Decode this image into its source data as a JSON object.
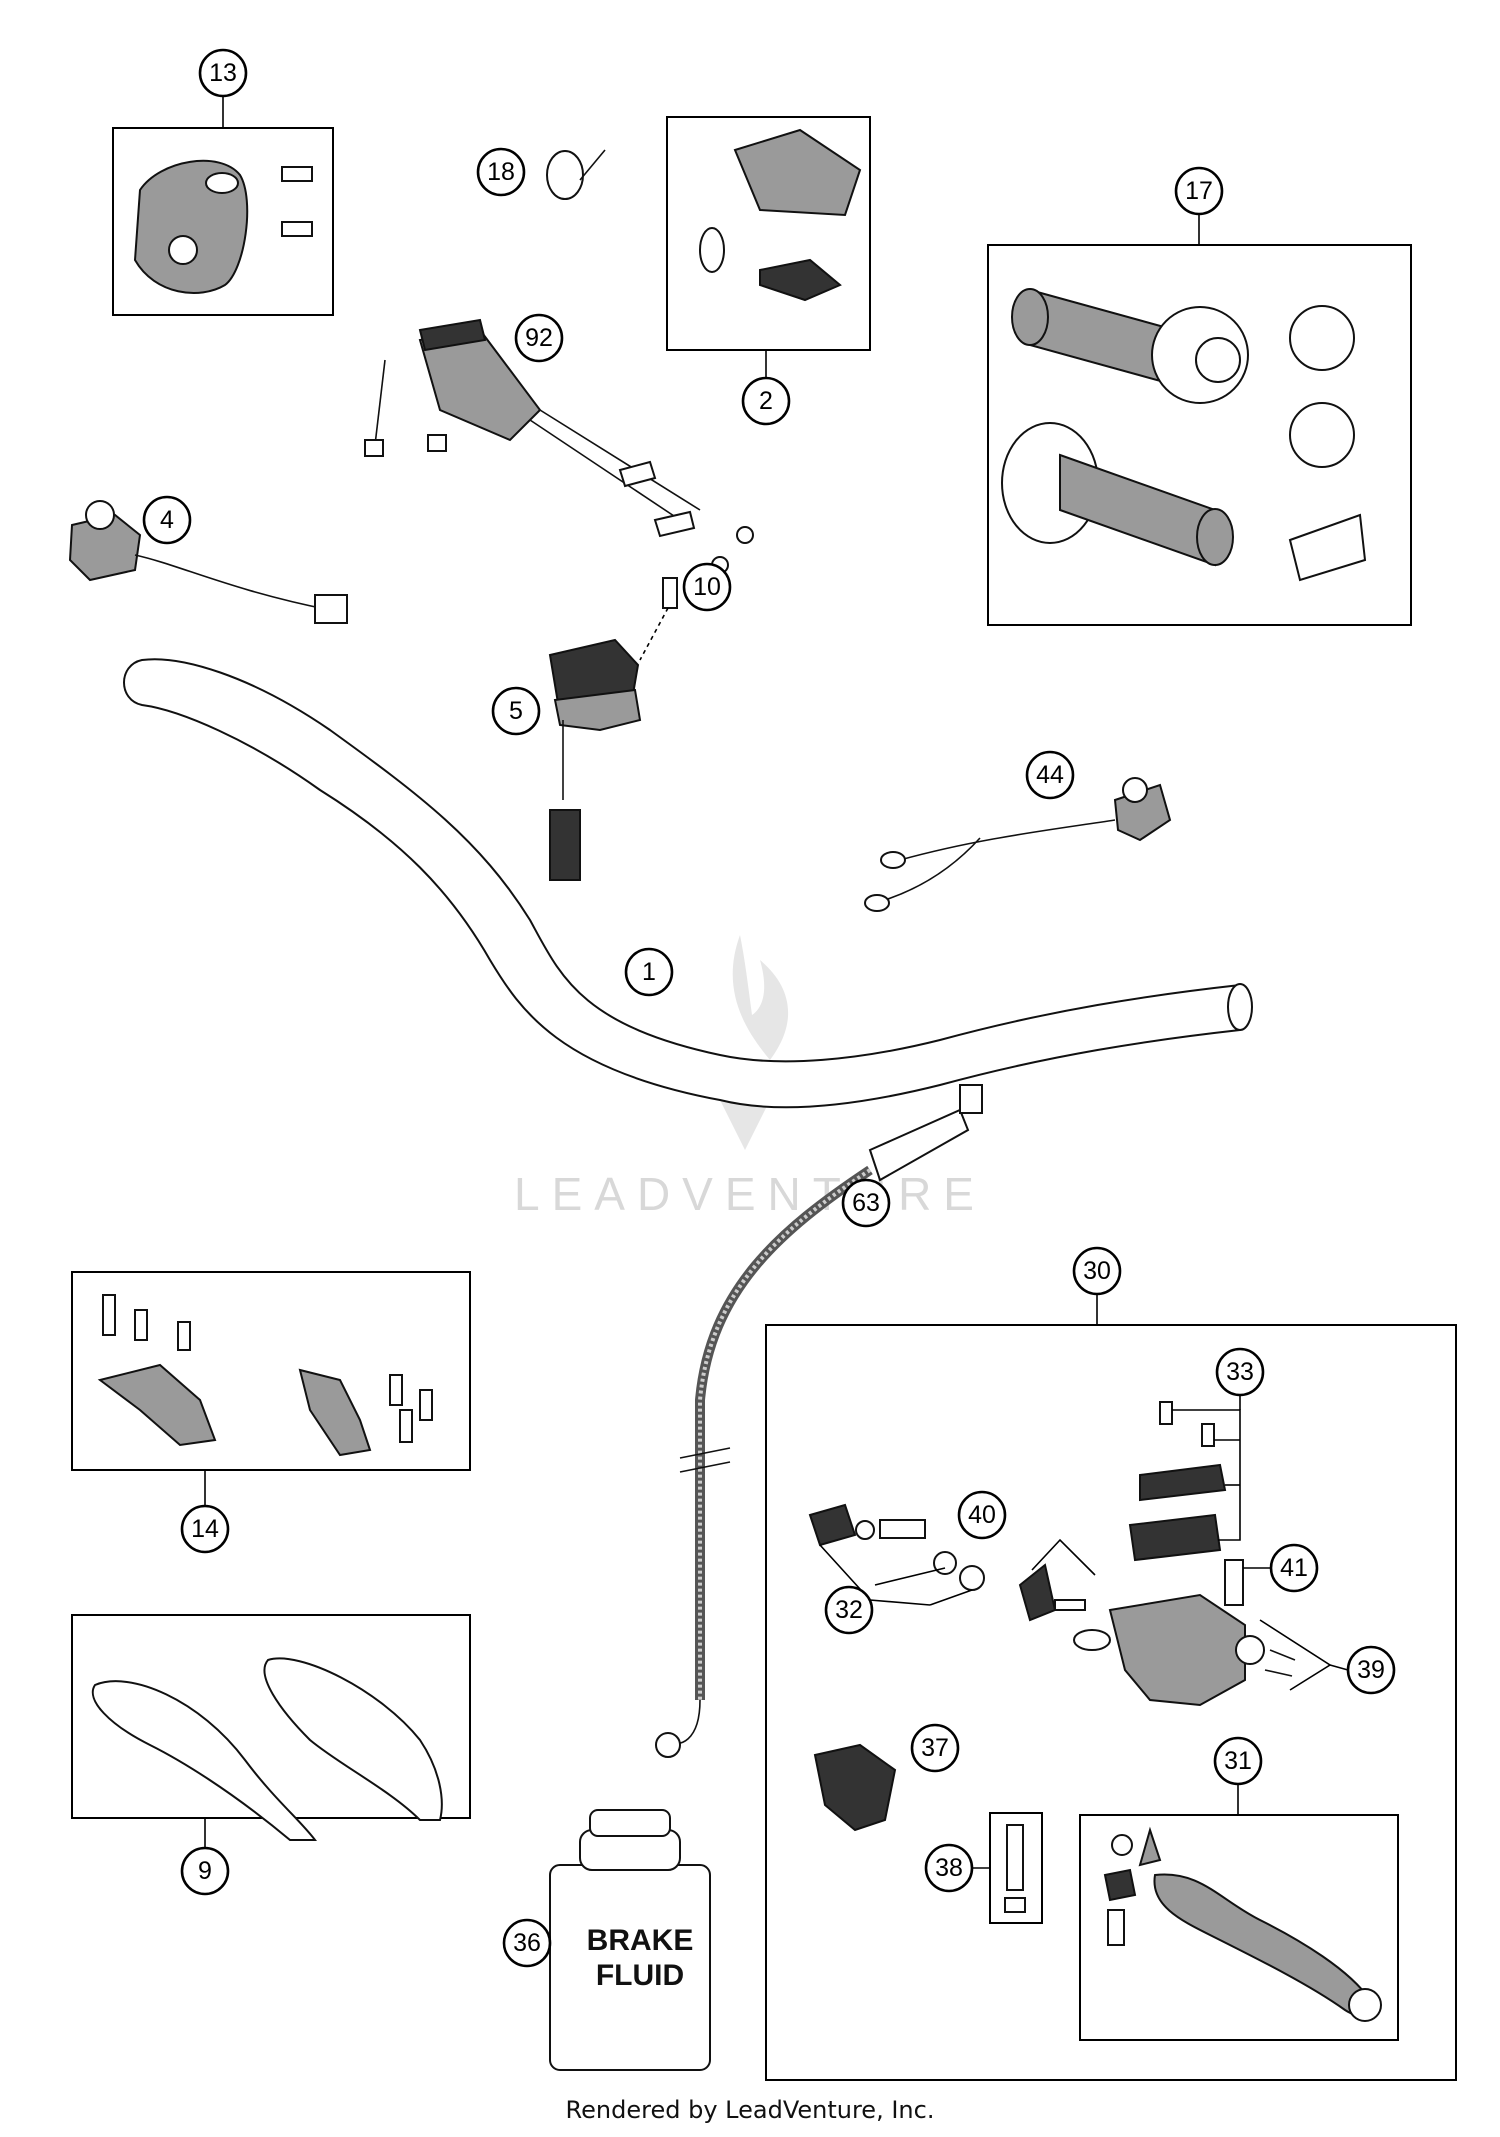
{
  "watermark": {
    "text": "LEADVENTURE"
  },
  "footer": {
    "text": "Rendered by LeadVenture, Inc."
  },
  "container_label": {
    "line1": "BRAKE",
    "line2": "FLUID"
  },
  "callouts": [
    {
      "key": "13",
      "label": "13"
    },
    {
      "key": "18",
      "label": "18"
    },
    {
      "key": "2",
      "label": "2"
    },
    {
      "key": "17",
      "label": "17"
    },
    {
      "key": "92",
      "label": "92"
    },
    {
      "key": "4",
      "label": "4"
    },
    {
      "key": "10",
      "label": "10"
    },
    {
      "key": "5",
      "label": "5"
    },
    {
      "key": "44",
      "label": "44"
    },
    {
      "key": "1",
      "label": "1"
    },
    {
      "key": "63",
      "label": "63"
    },
    {
      "key": "30",
      "label": "30"
    },
    {
      "key": "33",
      "label": "33"
    },
    {
      "key": "14",
      "label": "14"
    },
    {
      "key": "40",
      "label": "40"
    },
    {
      "key": "41",
      "label": "41"
    },
    {
      "key": "32",
      "label": "32"
    },
    {
      "key": "39",
      "label": "39"
    },
    {
      "key": "37",
      "label": "37"
    },
    {
      "key": "31",
      "label": "31"
    },
    {
      "key": "9",
      "label": "9"
    },
    {
      "key": "38",
      "label": "38"
    },
    {
      "key": "36",
      "label": "36"
    }
  ]
}
